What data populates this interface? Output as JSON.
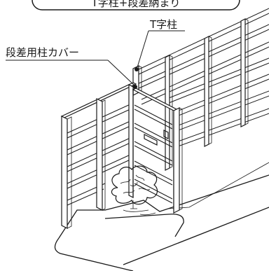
{
  "header": {
    "title": "T字柱+段差納まり"
  },
  "callouts": {
    "t_post": "T字柱",
    "step_cover": "段差用柱カバー"
  }
}
